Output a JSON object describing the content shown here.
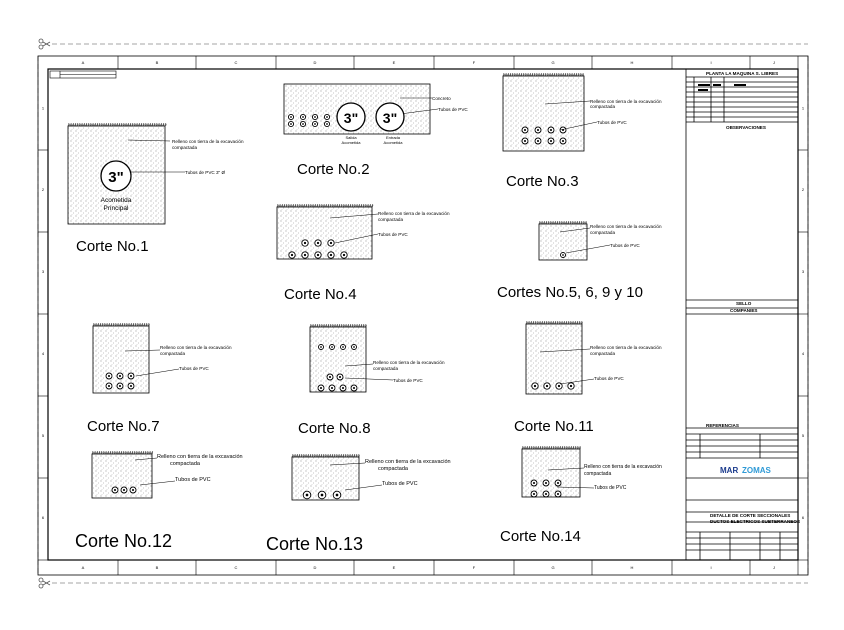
{
  "sections": [
    {
      "id": "c1",
      "title": "Corte No.1",
      "notes": [
        "Relleno con tierra de la excavación",
        "compactada",
        "Tubos de PVC 3\" Ø"
      ],
      "pipe_size": "3\"",
      "pipe_label": "Acometida Principal"
    },
    {
      "id": "c2",
      "title": "Corte No.2",
      "notes": [
        "Concreto",
        "Tubos de PVC"
      ],
      "pipe_size": "3\"",
      "pipe_labels": [
        "Salida Acometida",
        "Entrada Acometida"
      ]
    },
    {
      "id": "c3",
      "title": "Corte No.3",
      "notes": [
        "Relleno con tierra de la excavación",
        "compactada",
        "Tubos de PVC"
      ]
    },
    {
      "id": "c4",
      "title": "Corte No.4",
      "notes": [
        "Relleno con tierra de la excavación",
        "compactada",
        "Tubos de PVC"
      ]
    },
    {
      "id": "c5",
      "title": "Cortes No.5, 6, 9 y 10",
      "notes": [
        "Relleno con tierra de la excavación",
        "compactada",
        "Tubos de PVC"
      ]
    },
    {
      "id": "c7",
      "title": "Corte No.7",
      "notes": [
        "Relleno con tierra de la excavación",
        "compactada",
        "Tubos de PVC"
      ]
    },
    {
      "id": "c8",
      "title": "Corte No.8",
      "notes": [
        "Relleno con tierra de la excavación",
        "compactada",
        "Tubos de PVC"
      ]
    },
    {
      "id": "c11",
      "title": "Corte No.11",
      "notes": [
        "Relleno con tierra de la excavación",
        "compactada",
        "Tubos de PVC"
      ]
    },
    {
      "id": "c12",
      "title": "Corte No.12",
      "notes": [
        "Relleno con tierra de la excavación",
        "compactada",
        "Tubos de PVC"
      ]
    },
    {
      "id": "c13",
      "title": "Corte No.13",
      "notes": [
        "Relleno con tierra de la excavación",
        "compactada",
        "Tubos de PVC"
      ]
    },
    {
      "id": "c14",
      "title": "Corte No.14",
      "notes": [
        "Relleno con tierra de la excavación",
        "compactada",
        "Tubos de PVC"
      ]
    }
  ],
  "grid": {
    "columns": [
      "A",
      "B",
      "C",
      "D",
      "E",
      "F",
      "G",
      "H",
      "I",
      "J"
    ],
    "rows": [
      "1",
      "2",
      "3",
      "4",
      "5",
      "6"
    ]
  },
  "title_block": {
    "header": "PLANTA LA MAQUINA S. LIBRES",
    "section_notes": "OBSERVACIONES",
    "section_stamp": "SELLO",
    "section_stamp_sub": "COMPANIES",
    "section_refs": "REFERENCIAS",
    "logo_primary": "MAR",
    "logo_secondary": "ZOMAS",
    "description_1": "DETALLE DE CORTE SECCIONALES",
    "description_2": "DUCTOS ELECTRICOS SUBTERRANEOS"
  },
  "colors": {
    "line": "#000000",
    "fill_dot": "#6a6a6a",
    "logo_primary": "#1a3a8c",
    "logo_secondary": "#2f9ad6"
  }
}
